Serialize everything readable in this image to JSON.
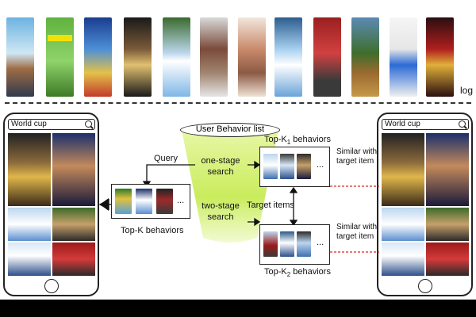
{
  "log_label": "log",
  "funnel": {
    "title": "User Behavior list",
    "one_stage": "one-stage search",
    "two_stage": "two-stage search"
  },
  "labels": {
    "query": "Query",
    "target_items": "Target items",
    "top_k": "Top-K behaviors",
    "top_k1": "Top-K",
    "top_k1_sub": "1",
    "top_k2": "Top-K",
    "top_k2_sub": "2",
    "behaviors": " behaviors",
    "similar": "Similar with target item",
    "ellipsis": "..."
  },
  "phones": {
    "left_search": "World cup",
    "right_search": "World cup"
  },
  "colors": {
    "funnel_top": "#e8f7a6",
    "funnel_bottom": "#bde63a",
    "dashed_red": "#d62828",
    "arrow": "#111111"
  }
}
